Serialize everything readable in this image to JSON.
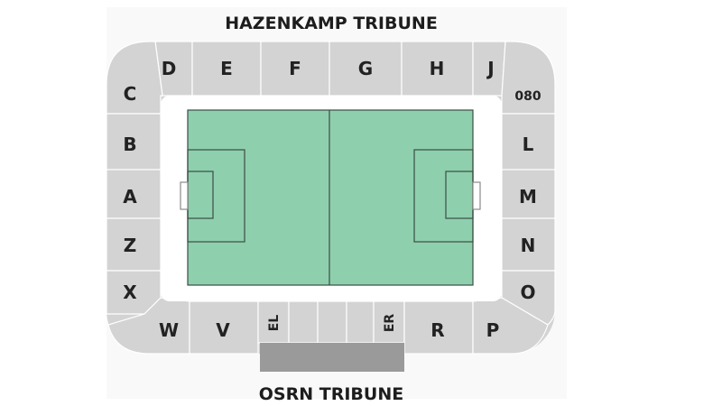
{
  "top_stand_title": "HAZENKAMP TRIBUNE",
  "bottom_stand_title": "OSRN TRIBUNE",
  "colors": {
    "stand": "#d3d3d3",
    "pitch": "#8ecfae",
    "pitch_lines": "#3c4e44",
    "covered_stand": "#9a9a9a"
  },
  "sections": {
    "top": [
      "D",
      "E",
      "F",
      "G",
      "H",
      "J"
    ],
    "right": [
      "080",
      "L",
      "M",
      "N",
      "O"
    ],
    "left": [
      "C",
      "B",
      "A",
      "Z",
      "X"
    ],
    "bottom_left": [
      "W",
      "V"
    ],
    "bottom_middle": [
      "EL",
      "ER"
    ],
    "bottom_right": [
      "R",
      "P"
    ]
  }
}
